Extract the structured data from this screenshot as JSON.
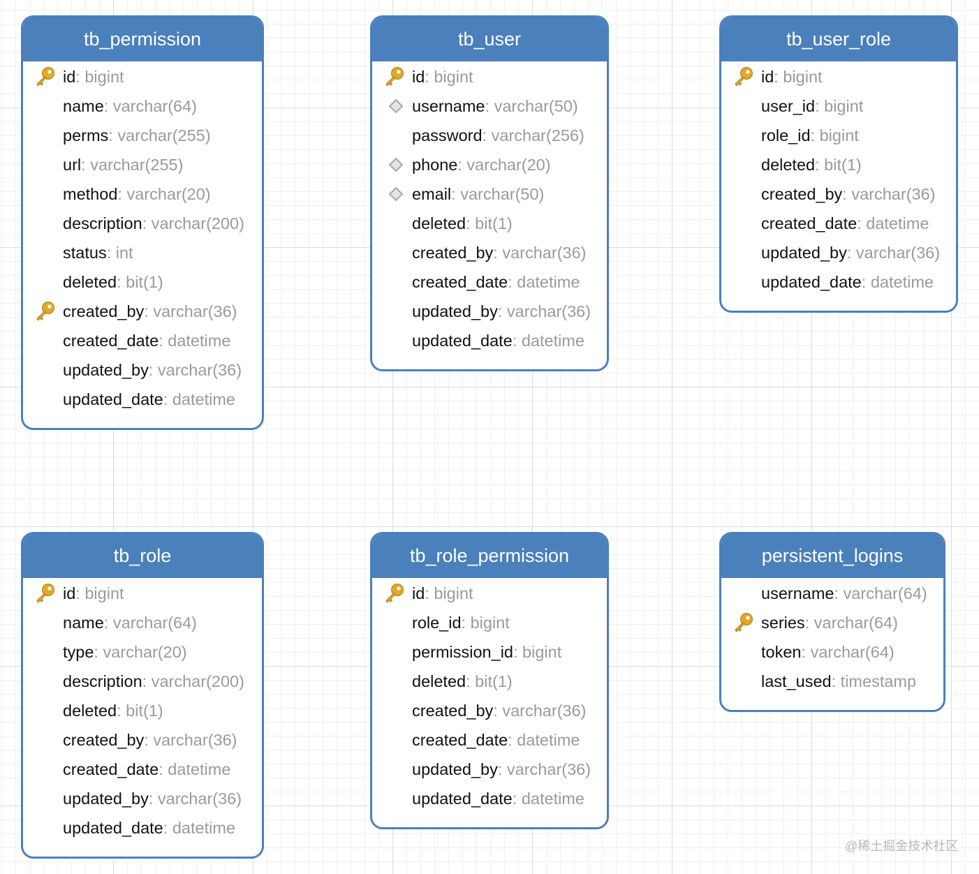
{
  "tables": [
    {
      "name": "tb_permission",
      "columns": [
        {
          "name": "id",
          "type": "bigint",
          "icon": "primary-key"
        },
        {
          "name": "name",
          "type": "varchar(64)",
          "icon": "none"
        },
        {
          "name": "perms",
          "type": "varchar(255)",
          "icon": "none"
        },
        {
          "name": "url",
          "type": "varchar(255)",
          "icon": "none"
        },
        {
          "name": "method",
          "type": "varchar(20)",
          "icon": "none"
        },
        {
          "name": "description",
          "type": "varchar(200)",
          "icon": "none"
        },
        {
          "name": "status",
          "type": "int",
          "icon": "none"
        },
        {
          "name": "deleted",
          "type": "bit(1)",
          "icon": "none"
        },
        {
          "name": "created_by",
          "type": "varchar(36)",
          "icon": "primary-key"
        },
        {
          "name": "created_date",
          "type": "datetime",
          "icon": "none"
        },
        {
          "name": "updated_by",
          "type": "varchar(36)",
          "icon": "none"
        },
        {
          "name": "updated_date",
          "type": "datetime",
          "icon": "none"
        }
      ]
    },
    {
      "name": "tb_user",
      "columns": [
        {
          "name": "id",
          "type": "bigint",
          "icon": "primary-key"
        },
        {
          "name": "username",
          "type": "varchar(50)",
          "icon": "unique-index"
        },
        {
          "name": "password",
          "type": "varchar(256)",
          "icon": "none"
        },
        {
          "name": "phone",
          "type": "varchar(20)",
          "icon": "unique-index"
        },
        {
          "name": "email",
          "type": "varchar(50)",
          "icon": "unique-index"
        },
        {
          "name": "deleted",
          "type": "bit(1)",
          "icon": "none"
        },
        {
          "name": "created_by",
          "type": "varchar(36)",
          "icon": "none"
        },
        {
          "name": "created_date",
          "type": "datetime",
          "icon": "none"
        },
        {
          "name": "updated_by",
          "type": "varchar(36)",
          "icon": "none"
        },
        {
          "name": "updated_date",
          "type": "datetime",
          "icon": "none"
        }
      ]
    },
    {
      "name": "tb_user_role",
      "columns": [
        {
          "name": "id",
          "type": "bigint",
          "icon": "primary-key"
        },
        {
          "name": "user_id",
          "type": "bigint",
          "icon": "none"
        },
        {
          "name": "role_id",
          "type": "bigint",
          "icon": "none"
        },
        {
          "name": "deleted",
          "type": "bit(1)",
          "icon": "none"
        },
        {
          "name": "created_by",
          "type": "varchar(36)",
          "icon": "none"
        },
        {
          "name": "created_date",
          "type": "datetime",
          "icon": "none"
        },
        {
          "name": "updated_by",
          "type": "varchar(36)",
          "icon": "none"
        },
        {
          "name": "updated_date",
          "type": "datetime",
          "icon": "none"
        }
      ]
    },
    {
      "name": "tb_role",
      "columns": [
        {
          "name": "id",
          "type": "bigint",
          "icon": "primary-key"
        },
        {
          "name": "name",
          "type": "varchar(64)",
          "icon": "none"
        },
        {
          "name": "type",
          "type": "varchar(20)",
          "icon": "none"
        },
        {
          "name": "description",
          "type": "varchar(200)",
          "icon": "none"
        },
        {
          "name": "deleted",
          "type": "bit(1)",
          "icon": "none"
        },
        {
          "name": "created_by",
          "type": "varchar(36)",
          "icon": "none"
        },
        {
          "name": "created_date",
          "type": "datetime",
          "icon": "none"
        },
        {
          "name": "updated_by",
          "type": "varchar(36)",
          "icon": "none"
        },
        {
          "name": "updated_date",
          "type": "datetime",
          "icon": "none"
        }
      ]
    },
    {
      "name": "tb_role_permission",
      "columns": [
        {
          "name": "id",
          "type": "bigint",
          "icon": "primary-key"
        },
        {
          "name": "role_id",
          "type": "bigint",
          "icon": "none"
        },
        {
          "name": "permission_id",
          "type": "bigint",
          "icon": "none"
        },
        {
          "name": "deleted",
          "type": "bit(1)",
          "icon": "none"
        },
        {
          "name": "created_by",
          "type": "varchar(36)",
          "icon": "none"
        },
        {
          "name": "created_date",
          "type": "datetime",
          "icon": "none"
        },
        {
          "name": "updated_by",
          "type": "varchar(36)",
          "icon": "none"
        },
        {
          "name": "updated_date",
          "type": "datetime",
          "icon": "none"
        }
      ]
    },
    {
      "name": "persistent_logins",
      "columns": [
        {
          "name": "username",
          "type": "varchar(64)",
          "icon": "none"
        },
        {
          "name": "series",
          "type": "varchar(64)",
          "icon": "primary-key"
        },
        {
          "name": "token",
          "type": "varchar(64)",
          "icon": "none"
        },
        {
          "name": "last_used",
          "type": "timestamp",
          "icon": "none"
        }
      ]
    }
  ],
  "separator": ": ",
  "watermark": "@稀土掘金技术社区",
  "colors": {
    "header": "#4a80bb",
    "key": "#e0a92a",
    "index": "#a8a8a8"
  }
}
